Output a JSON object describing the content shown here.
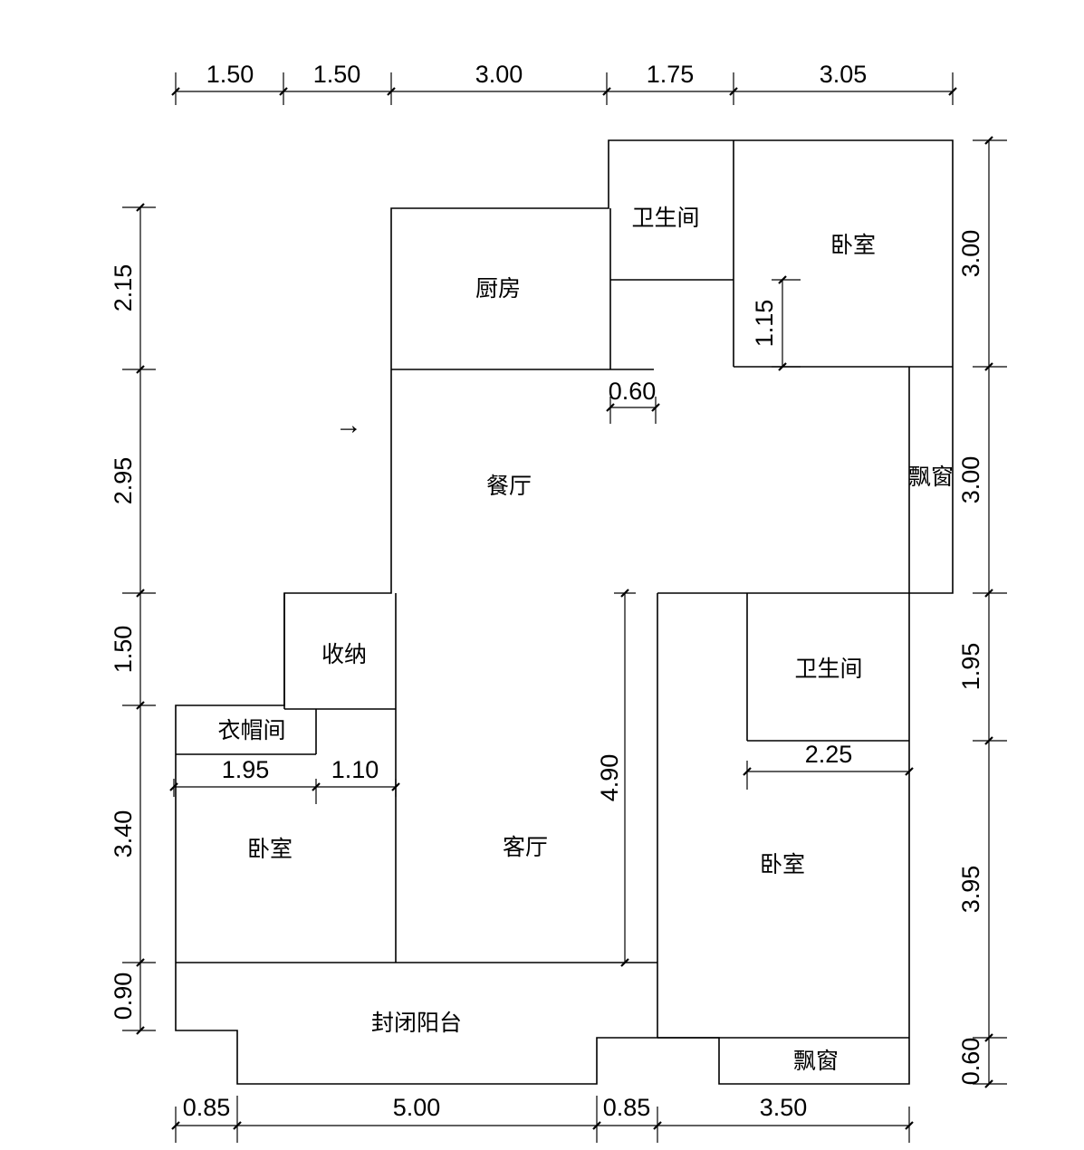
{
  "rooms": {
    "bathroom_top": "卫生间",
    "bedroom_top_right": "卧室",
    "kitchen": "厨房",
    "dining": "餐厅",
    "bay_window_right": "飘窗",
    "storage": "收纳",
    "cloakroom": "衣帽间",
    "bedroom_left": "卧室",
    "living": "客厅",
    "bathroom_right": "卫生间",
    "bedroom_bottom_right": "卧室",
    "enclosed_balcony": "封闭阳台",
    "bay_window_bottom": "飘窗"
  },
  "arrow": "→",
  "dimensions": {
    "top": [
      "1.50",
      "1.50",
      "3.00",
      "1.75",
      "3.05"
    ],
    "bottom": [
      "0.85",
      "5.00",
      "0.85",
      "3.50"
    ],
    "left": [
      "2.15",
      "2.95",
      "1.50",
      "3.40",
      "0.90"
    ],
    "right": [
      "3.00",
      "3.00",
      "1.95",
      "3.95",
      "0.60"
    ],
    "inner": {
      "bedroom_bay_depth": "1.15",
      "kitchen_offset": "0.60",
      "living_depth": "4.90",
      "bathroom_width": "2.25",
      "cloak_width": "1.95",
      "cloak_gap": "1.10"
    }
  }
}
